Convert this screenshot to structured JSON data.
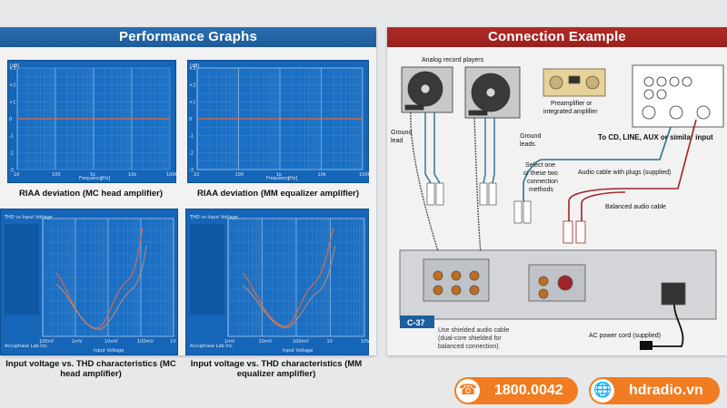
{
  "left_panel": {
    "title": "Performance Graphs",
    "graphs": [
      {
        "caption": "RIAA deviation (MC head amplifier)",
        "unit_label": "[dB]",
        "x_axis_label": "Frequency",
        "x_unit": "[Hz]",
        "x_ticks": [
          "10",
          "100",
          "1k",
          "10k",
          "100k"
        ],
        "y_ticks": [
          "+3",
          "+2",
          "+1",
          "0",
          "-1",
          "-2",
          "-3"
        ]
      },
      {
        "caption": "RIAA deviation (MM equalizer amplifier)",
        "unit_label": "[dB]",
        "x_axis_label": "Frequency",
        "x_unit": "[Hz]",
        "x_ticks": [
          "10",
          "100",
          "1k",
          "10k",
          "100k"
        ],
        "y_ticks": [
          "+3",
          "+2",
          "+1",
          "0",
          "-1",
          "-2",
          "-3"
        ]
      },
      {
        "caption": "Input voltage vs. THD characteristics (MC head amplifier)",
        "corner_title": "THD vs Input Voltage",
        "x_axis_label": "Input Voltage",
        "x_ticks": [
          "100nV",
          "1mV",
          "10mV",
          "100mV",
          "1V"
        ],
        "footer": "Accuphase Lab Inc."
      },
      {
        "caption": "Input voltage vs. THD characteristics (MM equalizer amplifier)",
        "corner_title": "THD vs Input Voltage",
        "x_axis_label": "Input Voltage",
        "x_ticks": [
          "1mV",
          "10mV",
          "100mV",
          "1V",
          "10V"
        ],
        "footer": "Accuphase Lab Inc."
      }
    ]
  },
  "right_panel": {
    "title": "Connection Example",
    "labels": {
      "turntables": "Analog record players",
      "preamp_line1": "Preamplifier or",
      "preamp_line2": "integrated amplifier",
      "ground_lead_line1": "Ground",
      "ground_lead_line2": "lead",
      "ground_leads_line1": "Ground",
      "ground_leads_line2": "leads",
      "to_inputs": "To CD, LINE, AUX or similar input",
      "select_line1": "Select one",
      "select_line2": "of these two",
      "select_line3": "connection",
      "select_line4": "methods",
      "audio_cable": "Audio cable with plugs (supplied)",
      "balanced_cable": "Balanced audio cable",
      "model": "C-37",
      "note_line1": "Use shielded audio cable",
      "note_line2": "(dual-core shielded for",
      "note_line3": "balanced connection).",
      "power_cord": "AC power cord (supplied)"
    }
  },
  "footer": {
    "phone": "1800.0042",
    "website": "hdradio.vn",
    "phone_icon": "phone-icon",
    "globe_icon": "globe-icon"
  }
}
